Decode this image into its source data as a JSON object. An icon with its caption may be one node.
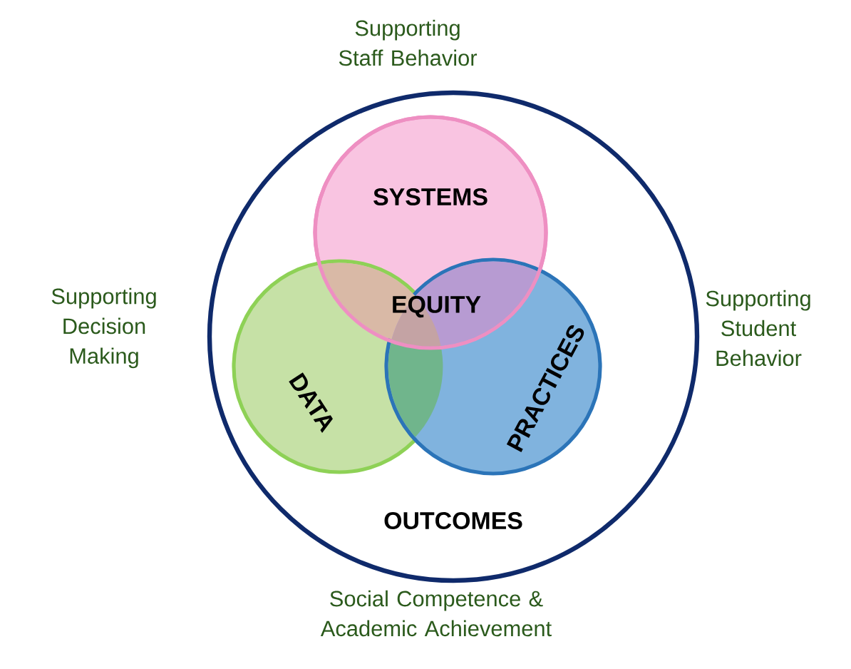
{
  "diagram": {
    "nodes": [
      {
        "text": [
          "OUTCOMES"
        ]
      },
      {
        "text": [
          "SYSTEMS"
        ],
        "in": 0
      },
      {
        "text": [
          "DATA"
        ],
        "in": 0
      },
      {
        "text": [
          "PRACTICES"
        ],
        "in": 0
      }
    ],
    "labels": [
      "EQUITY",
      "Supporting Staff Behavior",
      "Supporting Decision Making",
      "Supporting Student Behavior",
      "Social Competence & Academic Achievement"
    ]
  }
}
